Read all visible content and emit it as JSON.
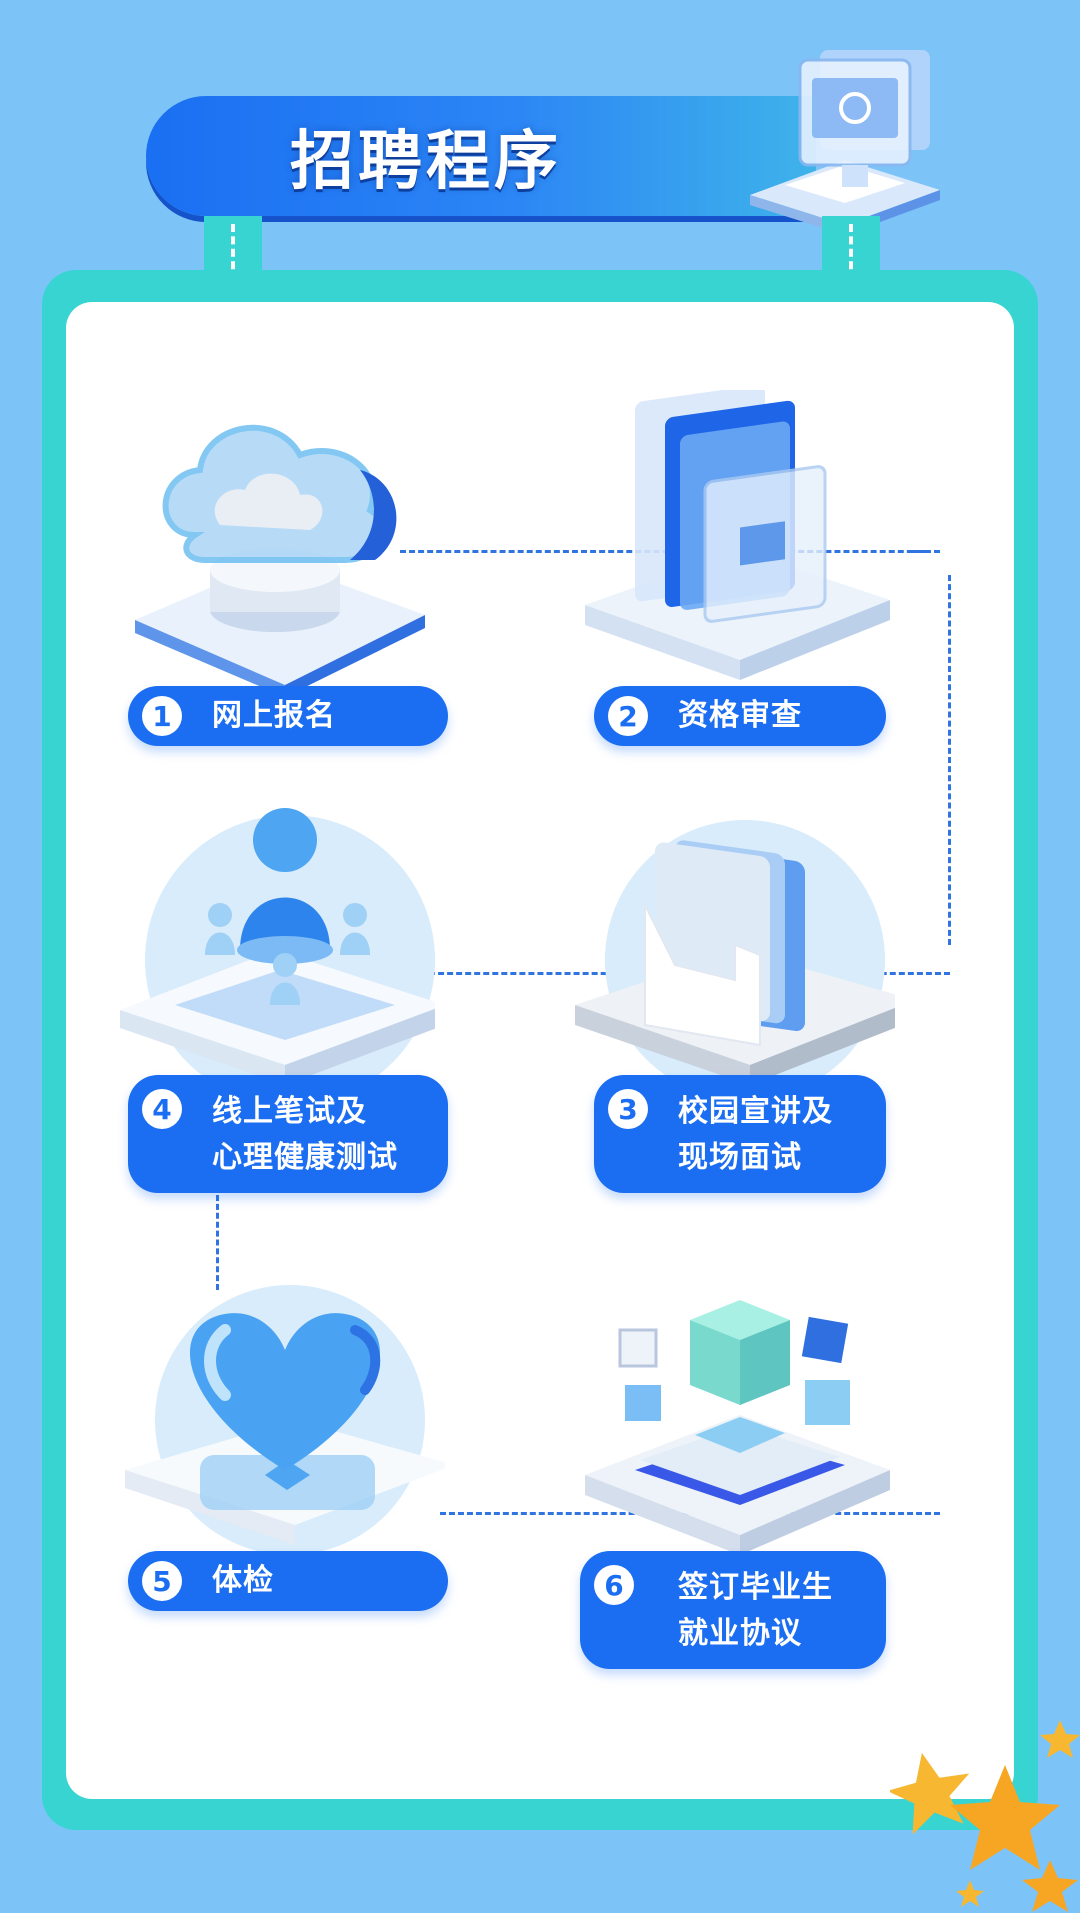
{
  "header": {
    "title": "招聘程序"
  },
  "steps": [
    {
      "number": "1",
      "label": "网上报名",
      "icon": "cloud-icon"
    },
    {
      "number": "2",
      "label": "资格审查",
      "icon": "folder-icon"
    },
    {
      "number": "3",
      "label": "校园宣讲及\n现场面试",
      "icon": "document-tray-icon"
    },
    {
      "number": "4",
      "label": "线上笔试及\n心理健康测试",
      "icon": "people-group-icon"
    },
    {
      "number": "5",
      "label": "体检",
      "icon": "heart-icon"
    },
    {
      "number": "6",
      "label": "签订毕业生\n就业协议",
      "icon": "cubes-icon"
    }
  ],
  "colors": {
    "background": "#7cc4f8",
    "frame": "#37d4d1",
    "accent": "#1b6ef2",
    "connector": "#2f74e0"
  }
}
